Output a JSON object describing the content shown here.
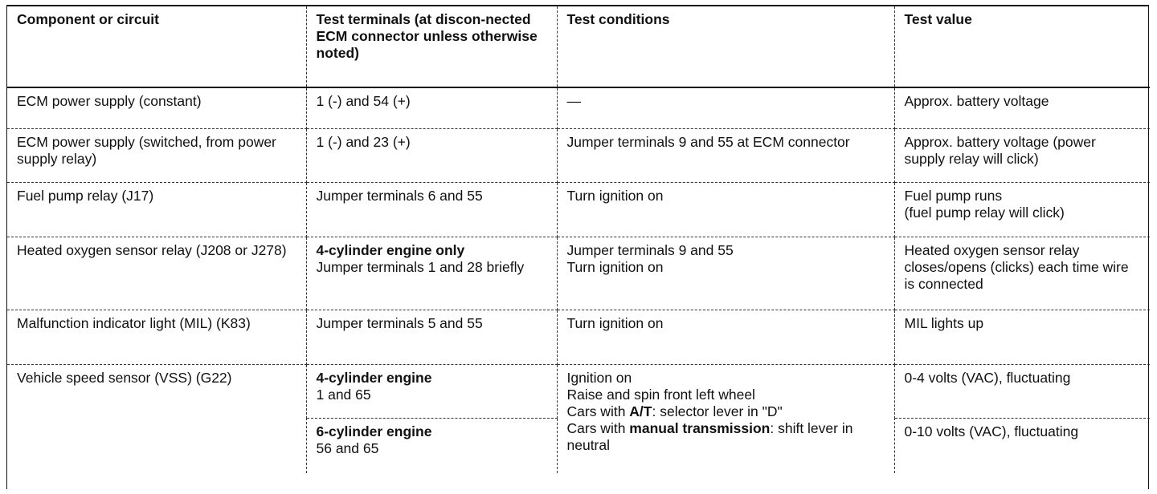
{
  "headers": {
    "component": "Component or circuit",
    "terminals": "Test terminals (at discon-nected ECM connector unless otherwise noted)",
    "conditions": "Test conditions",
    "value": "Test value"
  },
  "rows": [
    {
      "component": "ECM power supply (constant)",
      "terminals": "1 (-) and 54 (+)",
      "conditions": "—",
      "value": "Approx. battery voltage"
    },
    {
      "component": "ECM power supply (switched, from power supply relay)",
      "terminals": "1 (-) and 23 (+)",
      "conditions": "Jumper terminals 9 and 55 at ECM connector",
      "value": "Approx. battery voltage (power supply relay will click)"
    },
    {
      "component": "Fuel pump relay (J17)",
      "terminals": "Jumper terminals 6 and 55",
      "conditions": "Turn ignition on",
      "value_l1": "Fuel pump runs",
      "value_l2": "(fuel pump relay will click)"
    },
    {
      "component": "Heated oxygen sensor relay (J208 or J278)",
      "terminals_bold": "4-cylinder engine only",
      "terminals": "Jumper terminals 1 and 28 briefly",
      "conditions_l1": "Jumper terminals 9 and 55",
      "conditions_l2": "Turn ignition on",
      "value": "Heated oxygen sensor relay closes/opens (clicks) each time wire is connected"
    },
    {
      "component": "Malfunction indicator light (MIL) (K83)",
      "terminals": "Jumper terminals 5 and 55",
      "conditions": "Turn ignition on",
      "value": "MIL lights up"
    },
    {
      "component": "Vehicle speed sensor (VSS) (G22)",
      "sub4_bold": "4-cylinder engine",
      "sub4": "1 and 65",
      "sub6_bold": "6-cylinder engine",
      "sub6": "56 and 65",
      "cond_l1": "Ignition on",
      "cond_l2": "Raise and spin front left wheel",
      "cond_l3a": "Cars with ",
      "cond_l3b": "A/T",
      "cond_l3c": ": selector lever in \"D\"",
      "cond_l4a": "Cars with ",
      "cond_l4b": "manual transmission",
      "cond_l4c": ": shift lever in neutral",
      "value4": "0-4 volts (VAC), fluctuating",
      "value6": "0-10 volts (VAC), fluctuating"
    }
  ]
}
